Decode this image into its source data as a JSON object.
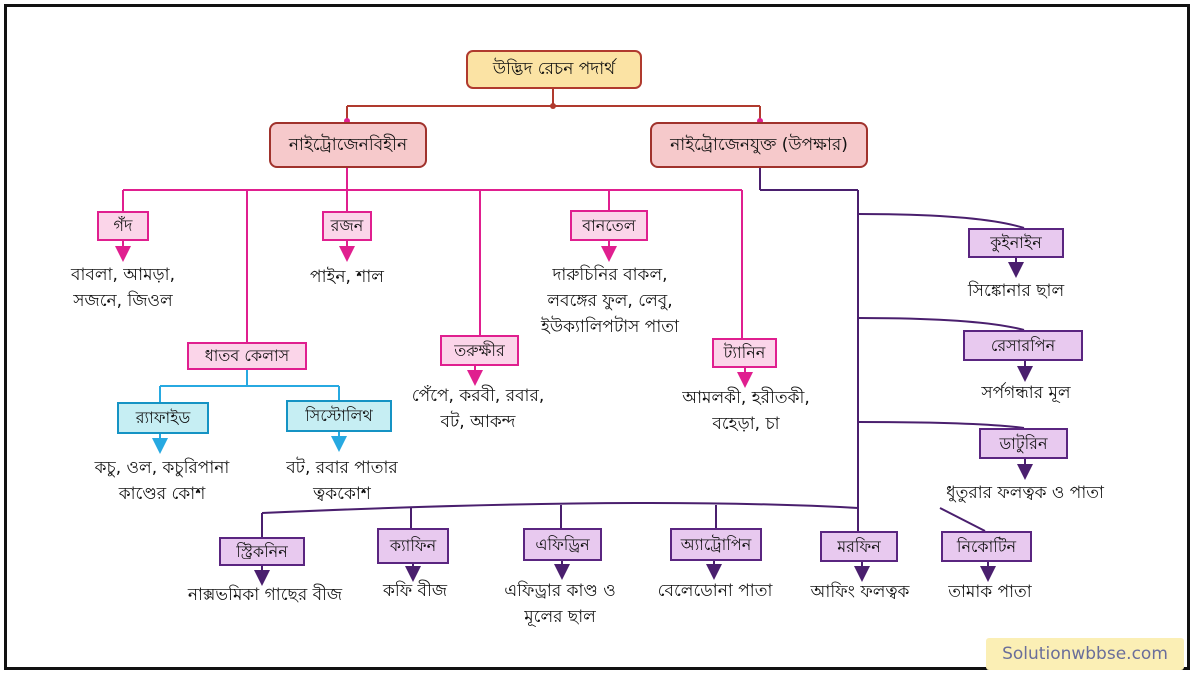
{
  "root": "উদ্ভিদ রেচন পদার্থ",
  "groups": {
    "non_nitrogen": "নাইট্রোজেনবিহীন",
    "nitrogen": "নাইট্রোজেনযুক্ত (উপক্ষার)"
  },
  "non_nitrogen_items": [
    {
      "label": "গঁদ",
      "text": [
        "বাবলা, আমড়া,",
        "সজনে, জিওল"
      ]
    },
    {
      "label": "রজন",
      "text": [
        "পাইন, শাল"
      ]
    },
    {
      "label": "বানতেল",
      "text": [
        "দারুচিনির বাকল,",
        "লবঙ্গের ফুল, লেবু,",
        "ইউক্যালিপটাস পাতা"
      ]
    },
    {
      "label": "ধাতব কেলাস",
      "text": []
    },
    {
      "label": "তরুক্ষীর",
      "text": [
        "পেঁপে, করবী, রবার,",
        "বট, আকন্দ"
      ]
    },
    {
      "label": "ট্যানিন",
      "text": [
        "আমলকী, হরীতকী,",
        "বহেড়া, চা"
      ]
    }
  ],
  "crystal_items": [
    {
      "label": "র‍্যাফাইড",
      "text": [
        "কচু, ওল, কচুরিপানা",
        "কাণ্ডের কোশ"
      ]
    },
    {
      "label": "সিস্টোলিথ",
      "text": [
        "বট, রবার পাতার",
        "ত্বককোশ"
      ]
    }
  ],
  "nitrogen_side_items": [
    {
      "label": "কুইনাইন",
      "text": [
        "সিঙ্কোনার ছাল"
      ]
    },
    {
      "label": "রেসারপিন",
      "text": [
        "সর্পগন্ধার মূল"
      ]
    },
    {
      "label": "ডাটুরিন",
      "text": [
        "ধুতুরার ফলত্বক ও পাতা"
      ]
    }
  ],
  "nitrogen_bottom_items": [
    {
      "label": "স্ট্রিকনিন",
      "text": [
        "নাক্সভমিকা গাছের বীজ"
      ]
    },
    {
      "label": "ক্যাফিন",
      "text": [
        "কফি বীজ"
      ]
    },
    {
      "label": "এফিড্রিন",
      "text": [
        "এফিড্রার কাণ্ড ও",
        "মূলের ছাল"
      ]
    },
    {
      "label": "অ্যাট্রোপিন",
      "text": [
        "বেলেডোনা পাতা"
      ]
    },
    {
      "label": "মরফিন",
      "text": [
        "আফিং ফলত্বক"
      ]
    },
    {
      "label": "নিকোটিন",
      "text": [
        "তামাক পাতা"
      ]
    }
  ],
  "watermark": "Solutionwbbse.com"
}
